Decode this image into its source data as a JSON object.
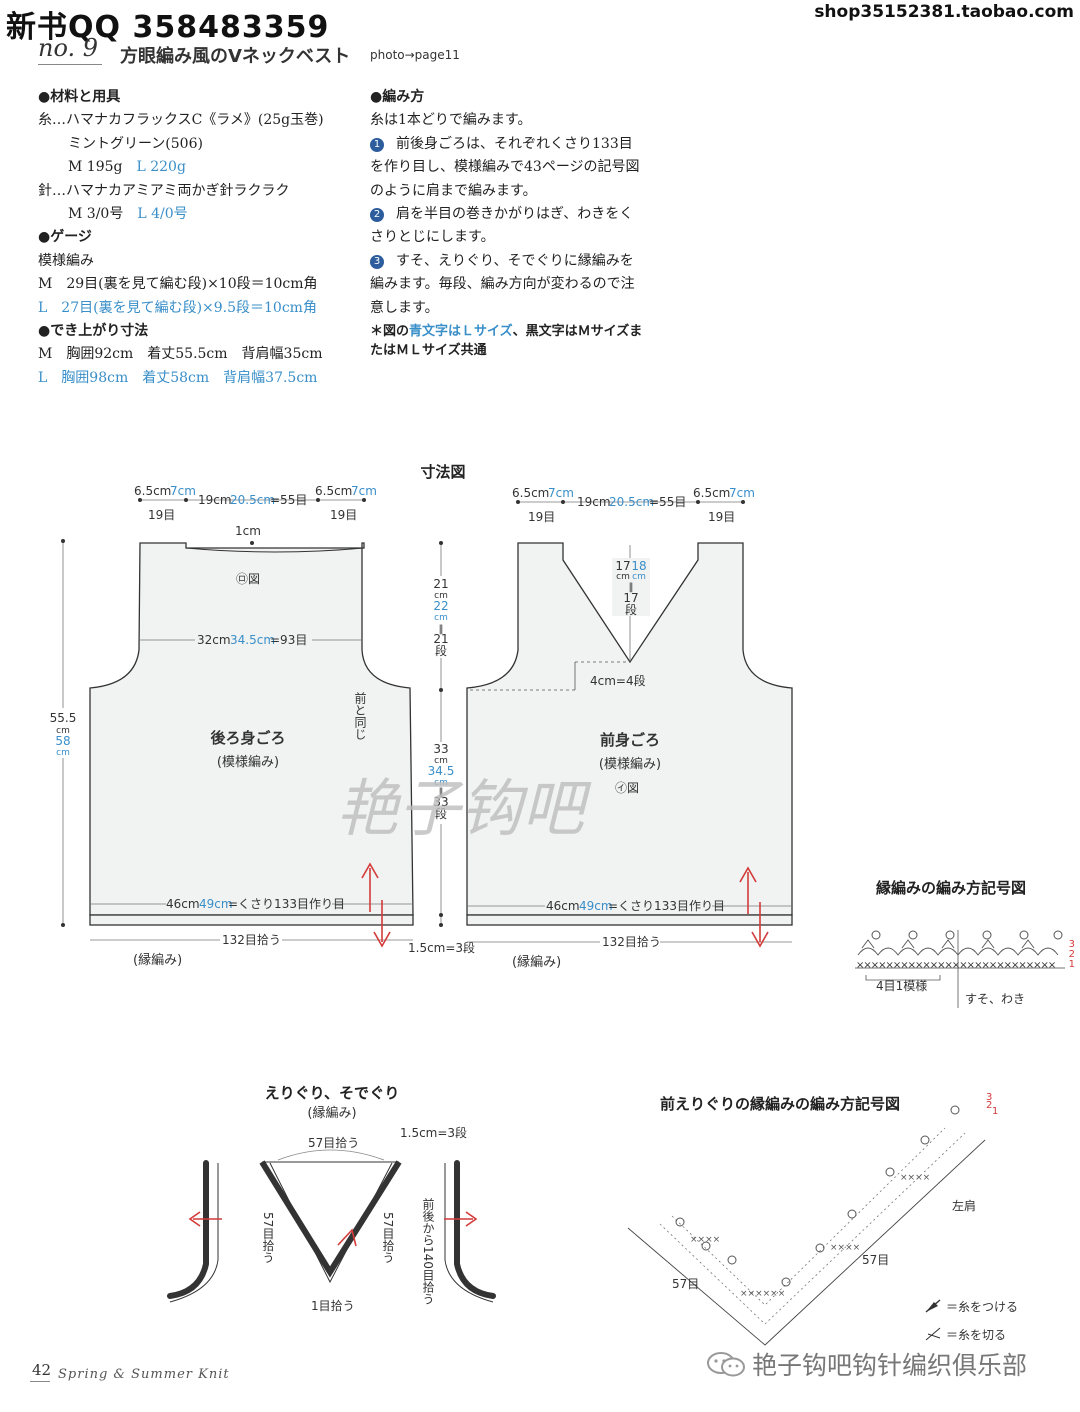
{
  "header": {
    "title": "新书QQ 358483359",
    "shop": "shop35152381.taobao.com"
  },
  "pattern": {
    "no": "no. 9",
    "title": "方眼編み風のVネックベスト",
    "photo": "photo→page11"
  },
  "materials": {
    "heading": "●材料と用具",
    "yarn_line": "糸…ハマナカフラックスC《ラメ》(25g玉巻)",
    "color_line": "ミントグリーン(506)",
    "amount_m": "M 195g",
    "amount_l": "L 220g",
    "hook_line": "針…ハマナカアミアミ両かぎ針ラクラク",
    "hook_m": "M 3/0号",
    "hook_l": "L 4/0号"
  },
  "gauge": {
    "heading": "●ゲージ",
    "pattern": "模様編み",
    "m": "M　29目(裏を見て編む段)×10段＝10cm角",
    "l": "L　27目(裏を見て編む段)×9.5段＝10cm角"
  },
  "finished": {
    "heading": "●でき上がり寸法",
    "m": "M　胸囲92cm　着丈55.5cm　背肩幅35cm",
    "l": "L　胸囲98cm　着丈58cm　背肩幅37.5cm"
  },
  "method": {
    "heading": "●編み方",
    "intro": "糸は1本どりで編みます。",
    "step1_num": "1",
    "step1_lines": [
      "前後身ごろは、それぞれくさり133目",
      "を作り目し、模様編みで43ページの記号図",
      "のように肩まで編みます。"
    ],
    "step2_num": "2",
    "step2_lines": [
      "肩を半目の巻きかがりはぎ、わきをく",
      "さりとじにします。"
    ],
    "step3_num": "3",
    "step3_lines": [
      "すそ、えりぐり、そでぐりに縁編みを",
      "編みます。毎段、編み方向が変わるので注",
      "意します。"
    ],
    "note_a": "＊図の",
    "note_blue": "青文字はＬサイズ",
    "note_b": "、黒文字はＭサイズま",
    "note_c": "たはＭＬサイズ共通"
  },
  "diagram": {
    "title": "寸法図",
    "shoulder_m": "6.5cm",
    "shoulder_l": "7cm",
    "shoulder_st": "19目",
    "neck_m": "19cm",
    "neck_l": "20.5cm",
    "neck_st": "=55目",
    "back_neck_drop": "1cm",
    "back_label": "後ろ身ごろ",
    "front_label": "前身ごろ",
    "pattern_label": "(模様編み)",
    "chart_ro": "㋺図",
    "chart_i": "㋑図",
    "width_mid_m": "32cm",
    "width_mid_l": "34.5cm",
    "width_mid_st": "=93目",
    "same_as_front": "前と同じ",
    "bottom_m": "46cm",
    "bottom_l": "49cm",
    "bottom_st": "=くさり133目作り目",
    "pickup_hem": "132目拾う",
    "edging": "(縁編み)",
    "height_m": "55.5",
    "height_l": "58",
    "cm": "cm",
    "arm_m": "21",
    "arm_l": "22",
    "arm_rows": "21",
    "body_m": "33",
    "body_l": "34.5",
    "body_rows": "33",
    "row_unit": "段",
    "hem_depth": "1.5cm=3段",
    "v_m": "17",
    "v_l": "18",
    "v_rows": "17",
    "v_offset": "4cm=4段"
  },
  "edge_chart": {
    "title": "縁編みの編み方記号図",
    "repeat": "4目1模様",
    "note": "すそ、わき",
    "rows": [
      "3",
      "2",
      "1"
    ]
  },
  "neck_diagram": {
    "title1": "えりぐり、そでぐり",
    "title2": "(縁編み)",
    "pickup_top": "57目拾う",
    "depth": "1.5cm=3段",
    "side_left": "57目拾う",
    "side_right": "57目拾う",
    "bottom": "1目拾う",
    "armhole": "前後から140目拾う"
  },
  "front_neck_chart": {
    "title": "前えりぐりの縁編みの編み方記号図",
    "left_count": "57目",
    "right_count": "57目",
    "shoulder": "左肩",
    "attach": "＝糸をつける",
    "cut": "＝糸を切る",
    "rows": [
      "3",
      "2",
      "1"
    ]
  },
  "footer": {
    "page": "42",
    "book": "Spring & Summer Knit",
    "watermark_center": "艳子钩吧",
    "watermark_br": "艳子钩吧钩针编织俱乐部"
  }
}
